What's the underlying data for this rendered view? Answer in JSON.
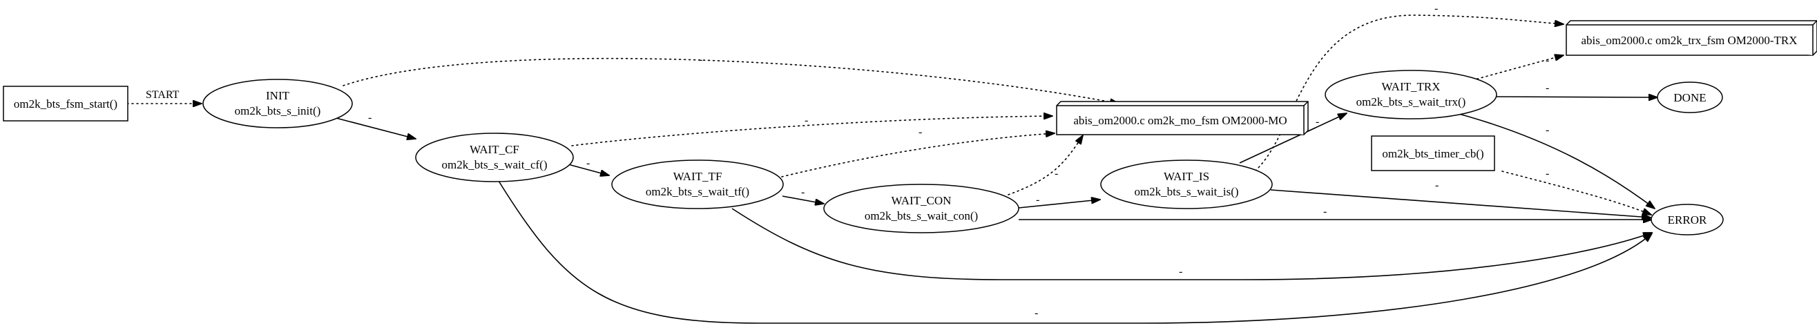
{
  "diagram": {
    "nodes": {
      "fsm_start": "om2k_bts_fsm_start()",
      "init_state": "INIT",
      "init_fn": "om2k_bts_s_init()",
      "wait_cf_state": "WAIT_CF",
      "wait_cf_fn": "om2k_bts_s_wait_cf()",
      "wait_tf_state": "WAIT_TF",
      "wait_tf_fn": "om2k_bts_s_wait_tf()",
      "wait_con_state": "WAIT_CON",
      "wait_con_fn": "om2k_bts_s_wait_con()",
      "wait_is_state": "WAIT_IS",
      "wait_is_fn": "om2k_bts_s_wait_is()",
      "wait_trx_state": "WAIT_TRX",
      "wait_trx_fn": "om2k_bts_s_wait_trx()",
      "done": "DONE",
      "error": "ERROR",
      "timer_cb": "om2k_bts_timer_cb()",
      "mo_fsm": "abis_om2000.c om2k_mo_fsm OM2000-MO",
      "trx_fsm": "abis_om2000.c om2k_trx_fsm OM2000-TRX"
    },
    "edge_labels": {
      "start": "START",
      "dash": "-"
    }
  }
}
